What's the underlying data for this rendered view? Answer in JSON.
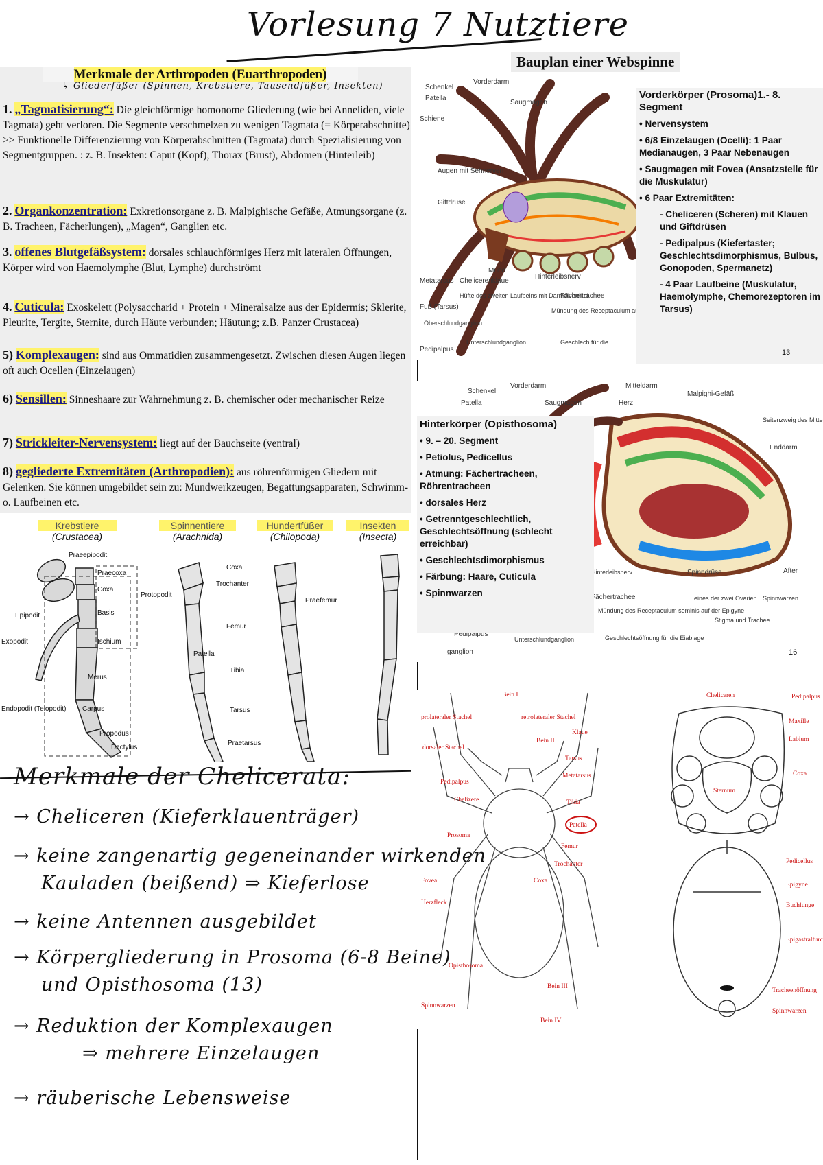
{
  "title": "Vorlesung 7 Nutztiere",
  "merkmale": {
    "heading": "Merkmale der Arthropoden (Euarthropoden)",
    "note": "↳ Gliederfüßer (Spinnen, Krebstiere, Tausendfüßer, Insekten)",
    "items": [
      {
        "num": "1.",
        "head": "„Tagmatisierung“:",
        "text": "Die gleichförmige homonome Gliederung (wie bei Anneliden, viele Tagmata) geht verloren. Die Segmente verschmelzen zu wenigen Tagmata (= Körperabschnitte) >> Funktionelle Differenzierung von Körperabschnitten (Tagmata) durch Spezialisierung von Segmentgruppen. : z. B. Insekten: Caput (Kopf), Thorax (Brust), Abdomen (Hinterleib)"
      },
      {
        "num": "2.",
        "head": "Organkonzentration:",
        "text": "Exkretionsorgane z. B. Malpighische Gefäße, Atmungsorgane (z. B. Tracheen, Fächerlungen), „Magen“, Ganglien etc."
      },
      {
        "num": "3.",
        "head": "offenes Blutgefäßsystem:",
        "text": "dorsales schlauchförmiges Herz mit lateralen Öffnungen, Körper wird von Haemolymphe (Blut, Lymphe) durchströmt"
      },
      {
        "num": "4.",
        "head": "Cuticula:",
        "text": "Exoskelett (Polysaccharid + Protein + Mineralsalze aus der Epidermis; Sklerite, Pleurite, Tergite, Sternite, durch Häute verbunden; Häutung; z.B. Panzer Crustacea)"
      },
      {
        "num": "5)",
        "head": "Komplexaugen:",
        "text": "sind aus Ommatidien zusammengesetzt. Zwischen diesen Augen liegen oft auch Ocellen (Einzelaugen)"
      },
      {
        "num": "6)",
        "head": "Sensillen:",
        "text": "Sinneshaare zur Wahrnehmung z. B. chemischer oder mechanischer Reize"
      },
      {
        "num": "7)",
        "head": "Strickleiter-Nervensystem:",
        "text": "liegt auf der Bauchseite (ventral)"
      },
      {
        "num": "8)",
        "head": "gegliederte Extremitäten (Arthropodien):",
        "text": "aus röhrenförmigen Gliedern mit Gelenken. Sie können umgebildet sein zu: Mundwerkzeugen, Begattungsapparaten, Schwimm- o. Laufbeinen etc."
      }
    ]
  },
  "legs": {
    "groups": [
      {
        "name": "Krebstiere",
        "latin": "(Crustacea)"
      },
      {
        "name": "Spinnentiere",
        "latin": "(Arachnida)"
      },
      {
        "name": "Hundertfüßer",
        "latin": "(Chilopoda)"
      },
      {
        "name": "Insekten",
        "latin": "(Insecta)"
      }
    ],
    "crustacea_labels": [
      "Praeepipodit",
      "Praecoxa",
      "Coxa",
      "Basis",
      "Protopodit",
      "Epipodit",
      "Exopodit",
      "Ischium",
      "Merus",
      "Carpus",
      "Endopodit (Telopodit)",
      "Propodus",
      "Dactylus"
    ],
    "leg_labels": [
      "Coxa",
      "Trochanter",
      "Praefemur",
      "Femur",
      "Patella",
      "Tibia",
      "Tarsus",
      "Praetarsus"
    ]
  },
  "spider": {
    "title": "Bauplan einer Webspinne",
    "prosoma": {
      "heading": "Vorderkörper (Prosoma)1.- 8. Segment",
      "bullets": [
        "• Nervensystem",
        "• 6/8 Einzelaugen (Ocelli): 1 Paar Medianaugen, 3 Paar Nebenaugen",
        "• Saugmagen mit Fovea (Ansatzstelle für die Muskulatur)",
        "• 6 Paar Extremitäten:"
      ],
      "sub": [
        "- Cheliceren (Scheren) mit Klauen und Giftdrüsen",
        "- Pedipalpus (Kiefertaster; Geschlechtsdimorphismus, Bulbus, Gonopoden, Spermanetz)",
        "- 4 Paar Laufbeine (Muskulatur, Haemolymphe, Chemorezeptoren im Tarsus)"
      ]
    },
    "opisthosoma": {
      "heading": "Hinterkörper (Opisthosoma)",
      "bullets": [
        "• 9. – 20. Segment",
        "• Petiolus, Pedicellus",
        "• Atmung: Fächertracheen, Röhrentracheen",
        "• dorsales Herz",
        "• Getrenntgeschlechtlich, Geschlechtsöffnung (schlecht erreichbar)",
        "• Geschlechtsdimorphismus",
        "• Färbung: Haare, Cuticula",
        "• Spinnwarzen"
      ]
    },
    "fig1_labels": [
      "Schenkel",
      "Patella",
      "Schiene",
      "Vorderdarm",
      "Saugmagen",
      "Augen mit Sehnerven",
      "Giftdrüse",
      "Mund",
      "Metatarsus",
      "Cheliceren­klaue",
      "Hüfte des zweiten Laufbeins mit Darmdivertikel",
      "Fuß (Tarsus)",
      "Oberschlund­ganglion",
      "Unterschlund­ganglion",
      "Pedipalpus",
      "Hinterleibs­nerv",
      "Fächertrachee",
      "Mündung des Receptaculum auf der",
      "Geschlech für die"
    ],
    "fig1_page": "13",
    "fig2_labels": [
      "Schenkel",
      "Patella",
      "Vorderdarm",
      "Saugmagen",
      "Mitteldarm",
      "Herz",
      "Malpighi-Gefäß",
      "Seitenzweig des Mitteldarms",
      "Enddarm",
      "After",
      "Spinndrüse",
      "eines der zwei Ovarien",
      "Spinnwarzen",
      "Stigma und Trachee",
      "Fächertrachee",
      "Mündung des Receptaculum seminis auf der Epigyne",
      "Geschlechtsöffnung für die Eiablage",
      "Unterschlund­ganglion",
      "Pedipalpus",
      "ganglion",
      "Hinterleibs­nerv"
    ],
    "fig2_page": "16"
  },
  "morph": {
    "dorsal_labels": [
      "Bein I",
      "prolateraler Stachel",
      "retrolateraler Stachel",
      "dorsaler Stachel",
      "Bein II",
      "Klaue",
      "Tarsus",
      "Metatarsus",
      "Pedipalpus",
      "Chelizere",
      "Tibia",
      "Patella",
      "Prosoma",
      "Femur",
      "Trochanter",
      "Coxa",
      "Fovea",
      "Herzfleck",
      "Opisthosoma",
      "Bein III",
      "Spinnwarzen",
      "Bein IV"
    ],
    "ventral_labels": [
      "Cheliceren",
      "Pedipalpus",
      "Maxille",
      "Labium",
      "Coxa",
      "Sternum",
      "Pedicellus",
      "Epigyne",
      "Buchlunge",
      "Epigastralfurche",
      "Tracheenöffnung",
      "Spinnwarzen"
    ]
  },
  "chelicerata": {
    "heading": "Merkmale der Chelicerata:",
    "lines": [
      "→ Cheliceren (Kieferklauenträger)",
      "→ keine zangenartig gegeneinander wirkenden",
      "Kauladen (beißend) ⇒ Kieferlose",
      "→ keine Antennen ausgebildet",
      "→ Körpergliederung in Prosoma (6-8 Beine)",
      "und Opisthosoma (13)",
      "→ Reduktion der Komplexaugen",
      "⇒ mehrere Einzelaugen",
      "→ räuberische Lebensweise"
    ]
  }
}
